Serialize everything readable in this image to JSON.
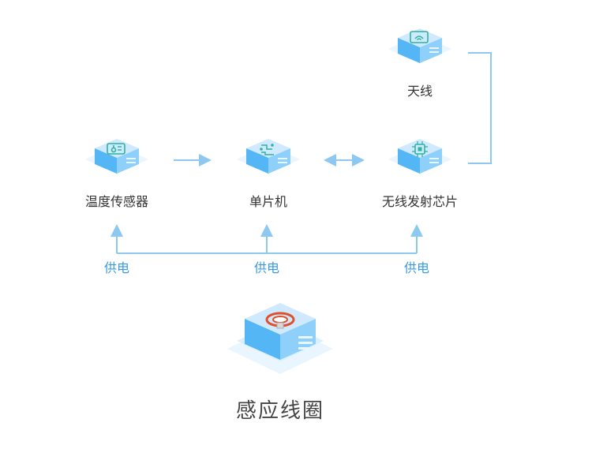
{
  "nodes": {
    "antenna": {
      "label": "天线",
      "icon": "wifi-icon"
    },
    "sensor": {
      "label": "温度传感器",
      "icon": "thermometer-icon"
    },
    "mcu": {
      "label": "单片机",
      "icon": "circuit-icon"
    },
    "rf_chip": {
      "label": "无线发射芯片",
      "icon": "chip-icon"
    },
    "coil": {
      "label": "感应线圈",
      "icon": "coil-icon"
    }
  },
  "power": {
    "sensor_label": "供电",
    "mcu_label": "供电",
    "rf_label": "供电"
  },
  "colors": {
    "box_top": "#cfeaff",
    "box_front": "#55b6f5",
    "box_side": "#8fd0fb",
    "line": "#8cc8f0",
    "accent": "#3a9be0",
    "icon_green": "#2fb39a"
  }
}
